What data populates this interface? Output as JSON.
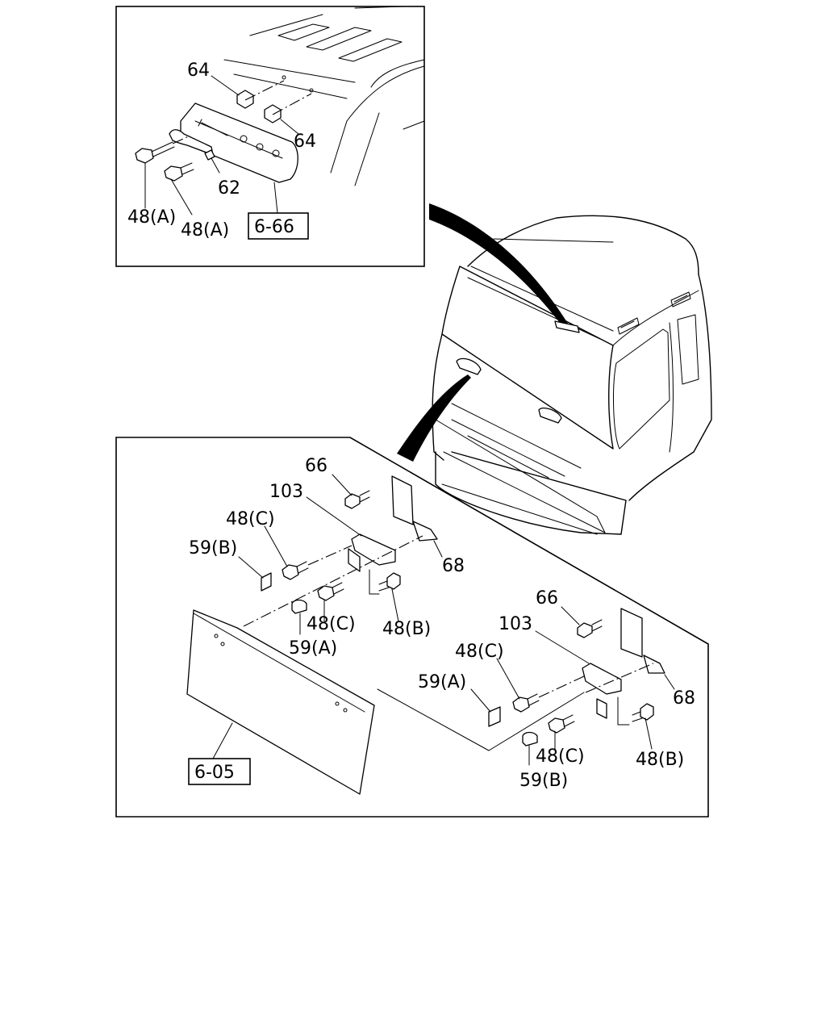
{
  "inset_top": {
    "labels": {
      "part_64_a": "64",
      "part_64_b": "64",
      "part_62": "62",
      "part_48a_1": "48(A)",
      "part_48a_2": "48(A)",
      "ref_6_66": "6-66"
    }
  },
  "inset_bottom": {
    "labels": {
      "left_66": "66",
      "left_103": "103",
      "left_48c_top": "48(C)",
      "left_59b": "59(B)",
      "left_68": "68",
      "left_48c_mid": "48(C)",
      "left_48b": "48(B)",
      "left_59a": "59(A)",
      "right_66": "66",
      "right_103": "103",
      "right_48c_top": "48(C)",
      "right_59a": "59(A)",
      "right_68": "68",
      "right_48c_low": "48(C)",
      "right_48b": "48(B)",
      "right_59b": "59(B)",
      "ref_6_05": "6-05"
    }
  }
}
